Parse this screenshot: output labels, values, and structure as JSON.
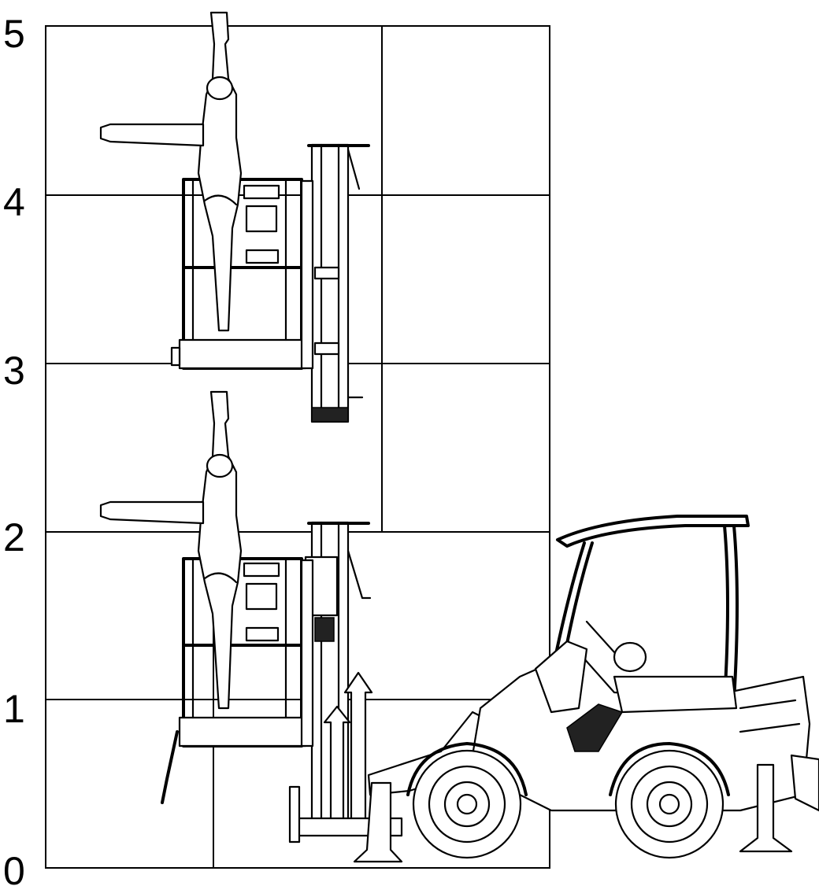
{
  "scale": {
    "labels": [
      "0",
      "1",
      "2",
      "3",
      "4",
      "5"
    ]
  },
  "colors": {
    "line": "#000000",
    "background": "#ffffff"
  },
  "drawings": {
    "upper_platform_figure": "person-raised-arm-icon",
    "lower_platform_figure": "person-raised-arm-icon",
    "vehicle": "compact-wheel-loader-icon"
  }
}
